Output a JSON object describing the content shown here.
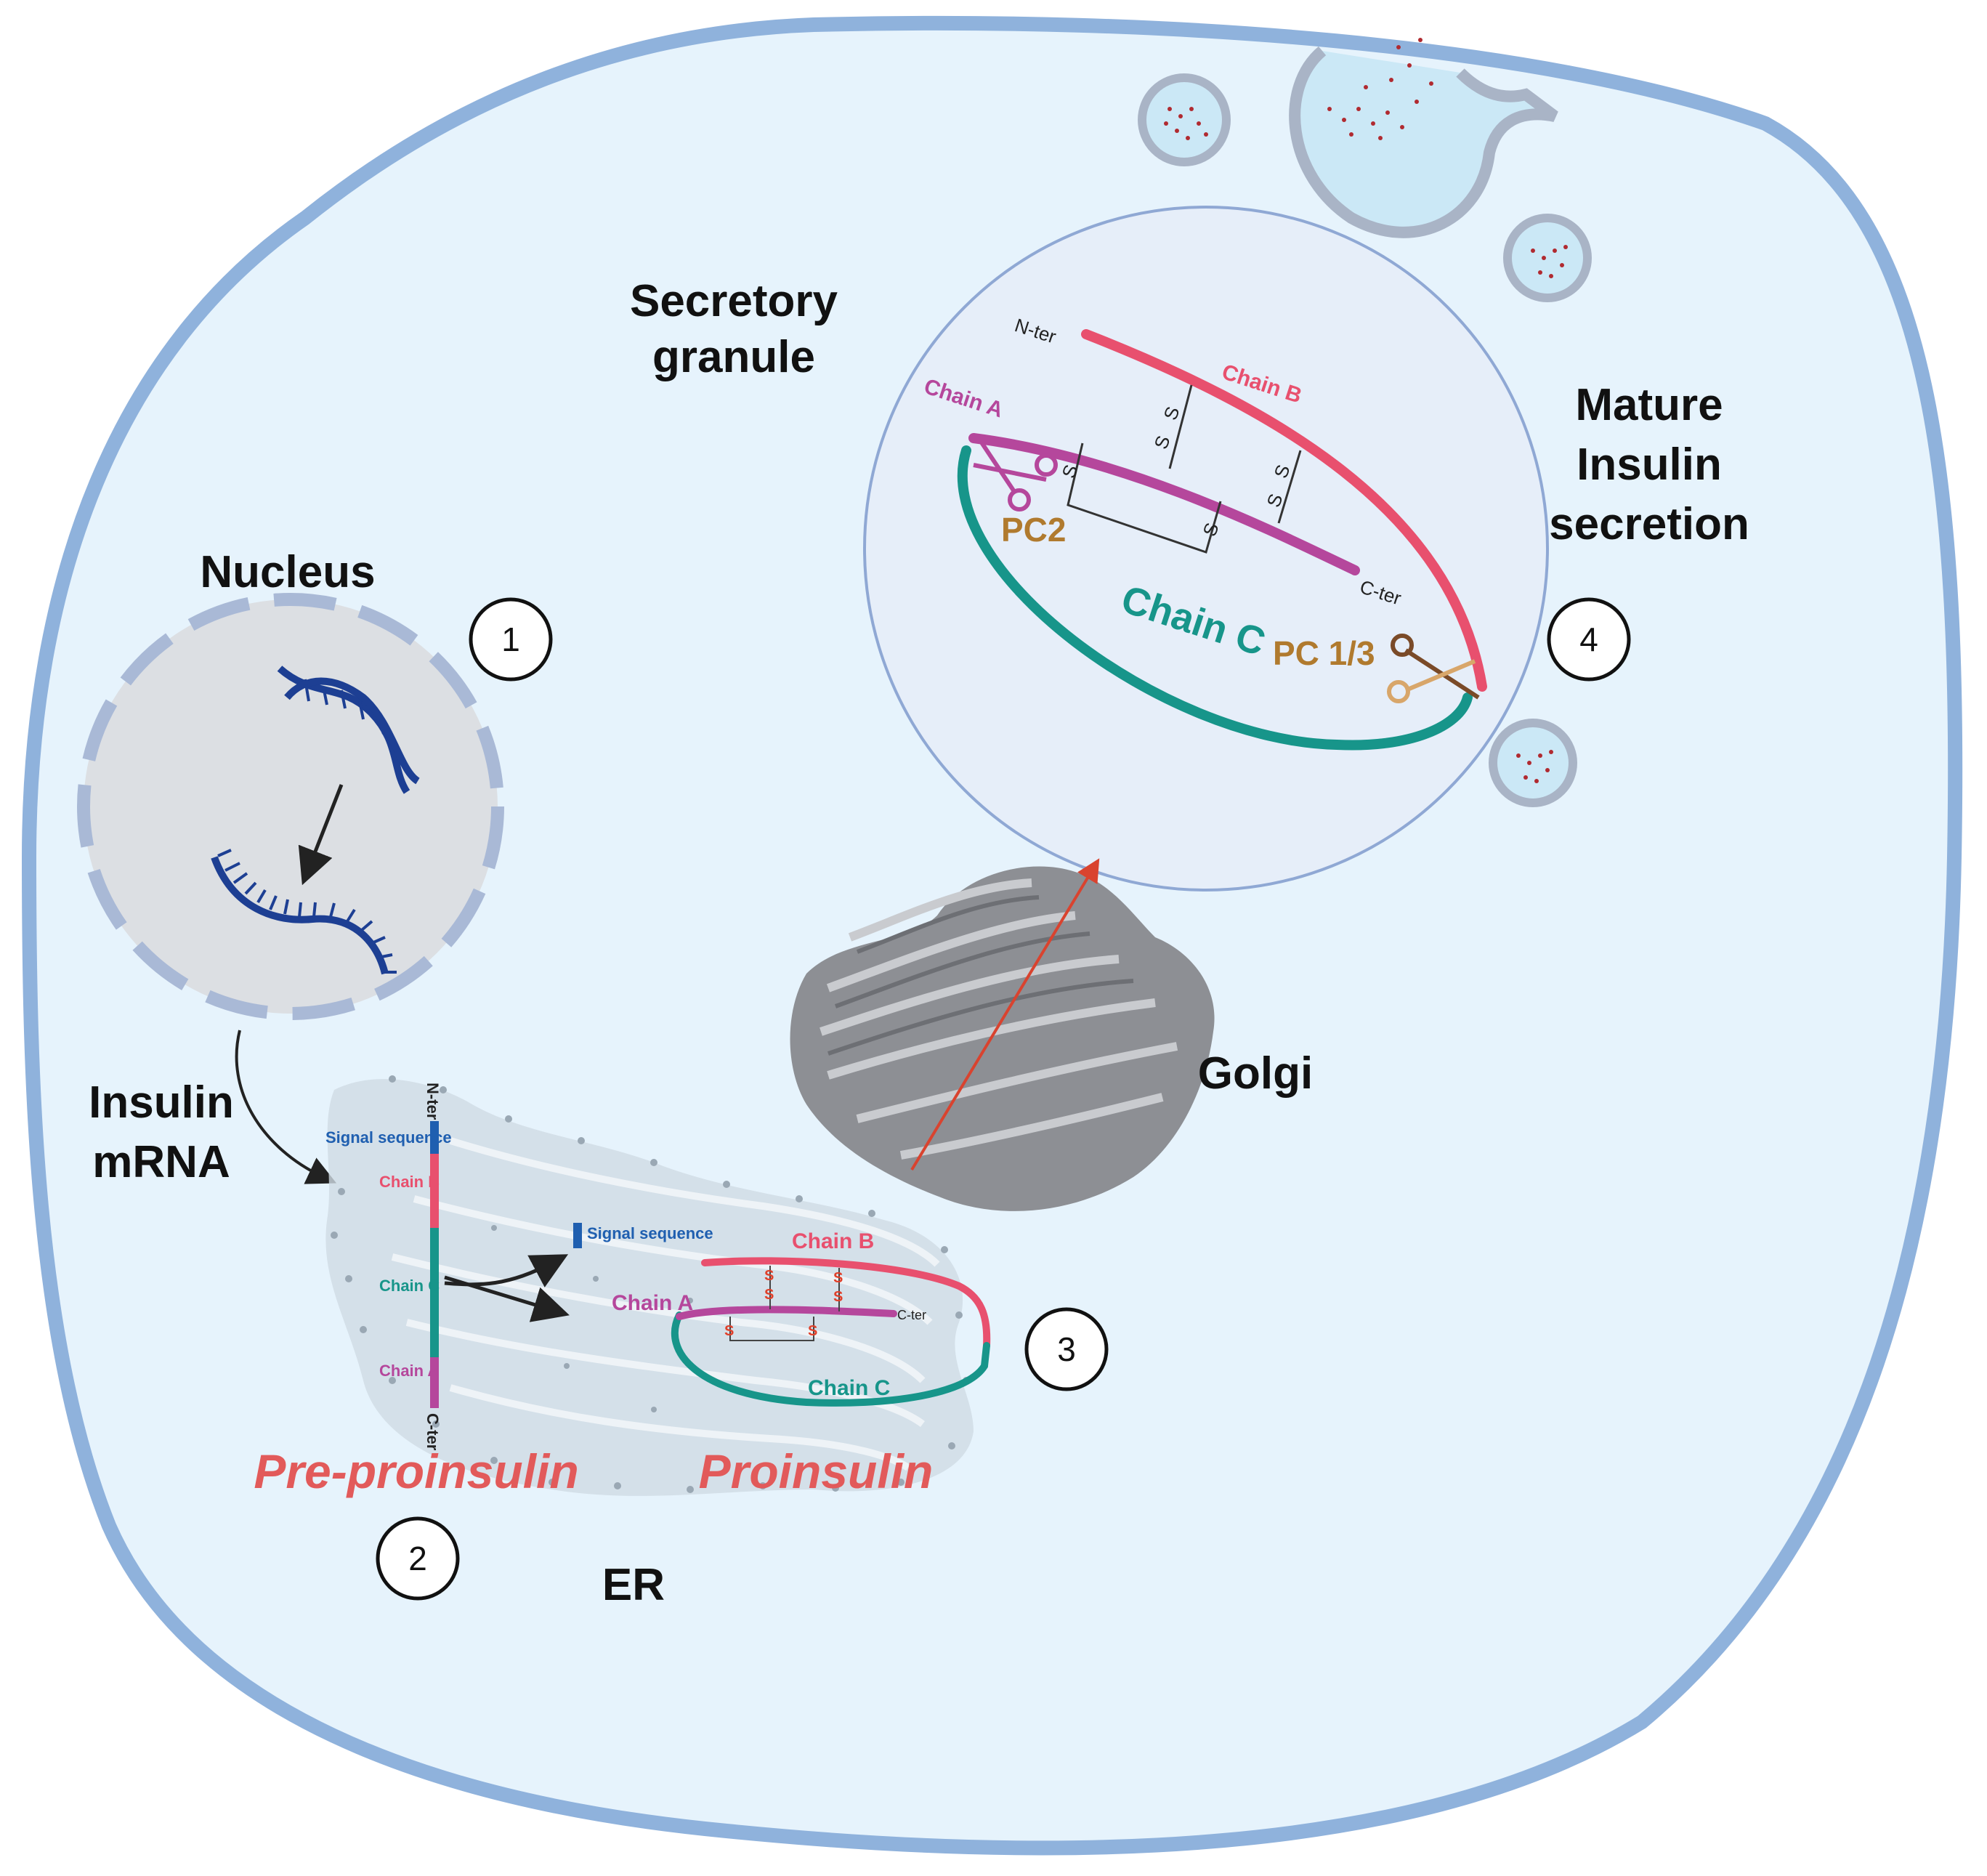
{
  "labels": {
    "secretory_granule_1": "Secretory",
    "secretory_granule_2": "granule",
    "mature_1": "Mature",
    "mature_2": "Insulin",
    "mature_3": "secretion",
    "nucleus": "Nucleus",
    "insulin_mrna_1": "Insulin",
    "insulin_mrna_2": "mRNA",
    "golgi": "Golgi",
    "er": "ER",
    "pre_proinsulin": "Pre-proinsulin",
    "proinsulin": "Proinsulin"
  },
  "steps": [
    "1",
    "2",
    "3",
    "4"
  ],
  "preproinsulin": {
    "n_ter": "N-ter",
    "c_ter": "C-ter",
    "signal_sequence": "Signal sequence",
    "chain_b": "Chain B",
    "chain_c": "Chain C",
    "chain_a": "Chain A"
  },
  "proinsulin": {
    "signal_sequence": "Signal sequence",
    "chain_a": "Chain A",
    "chain_b": "Chain B",
    "chain_c": "Chain C",
    "c_ter": "C-ter",
    "s": "S"
  },
  "granule": {
    "n_ter": "N-ter",
    "c_ter": "C-ter",
    "chain_a": "Chain A",
    "chain_b": "Chain B",
    "chain_c": "Chain C",
    "pc2": "PC2",
    "pc13": "PC 1/3",
    "s": "S"
  },
  "colors": {
    "cell_fill": "#e6f3fc",
    "cell_border": "#8fb2dc",
    "chain_b": "#e8506e",
    "chain_a": "#b5479c",
    "chain_c": "#17958a",
    "signal": "#1f5fb0",
    "enzyme": "#b07a2e",
    "disulfide": "#e0412b",
    "granule_dots": "#b02a30"
  }
}
